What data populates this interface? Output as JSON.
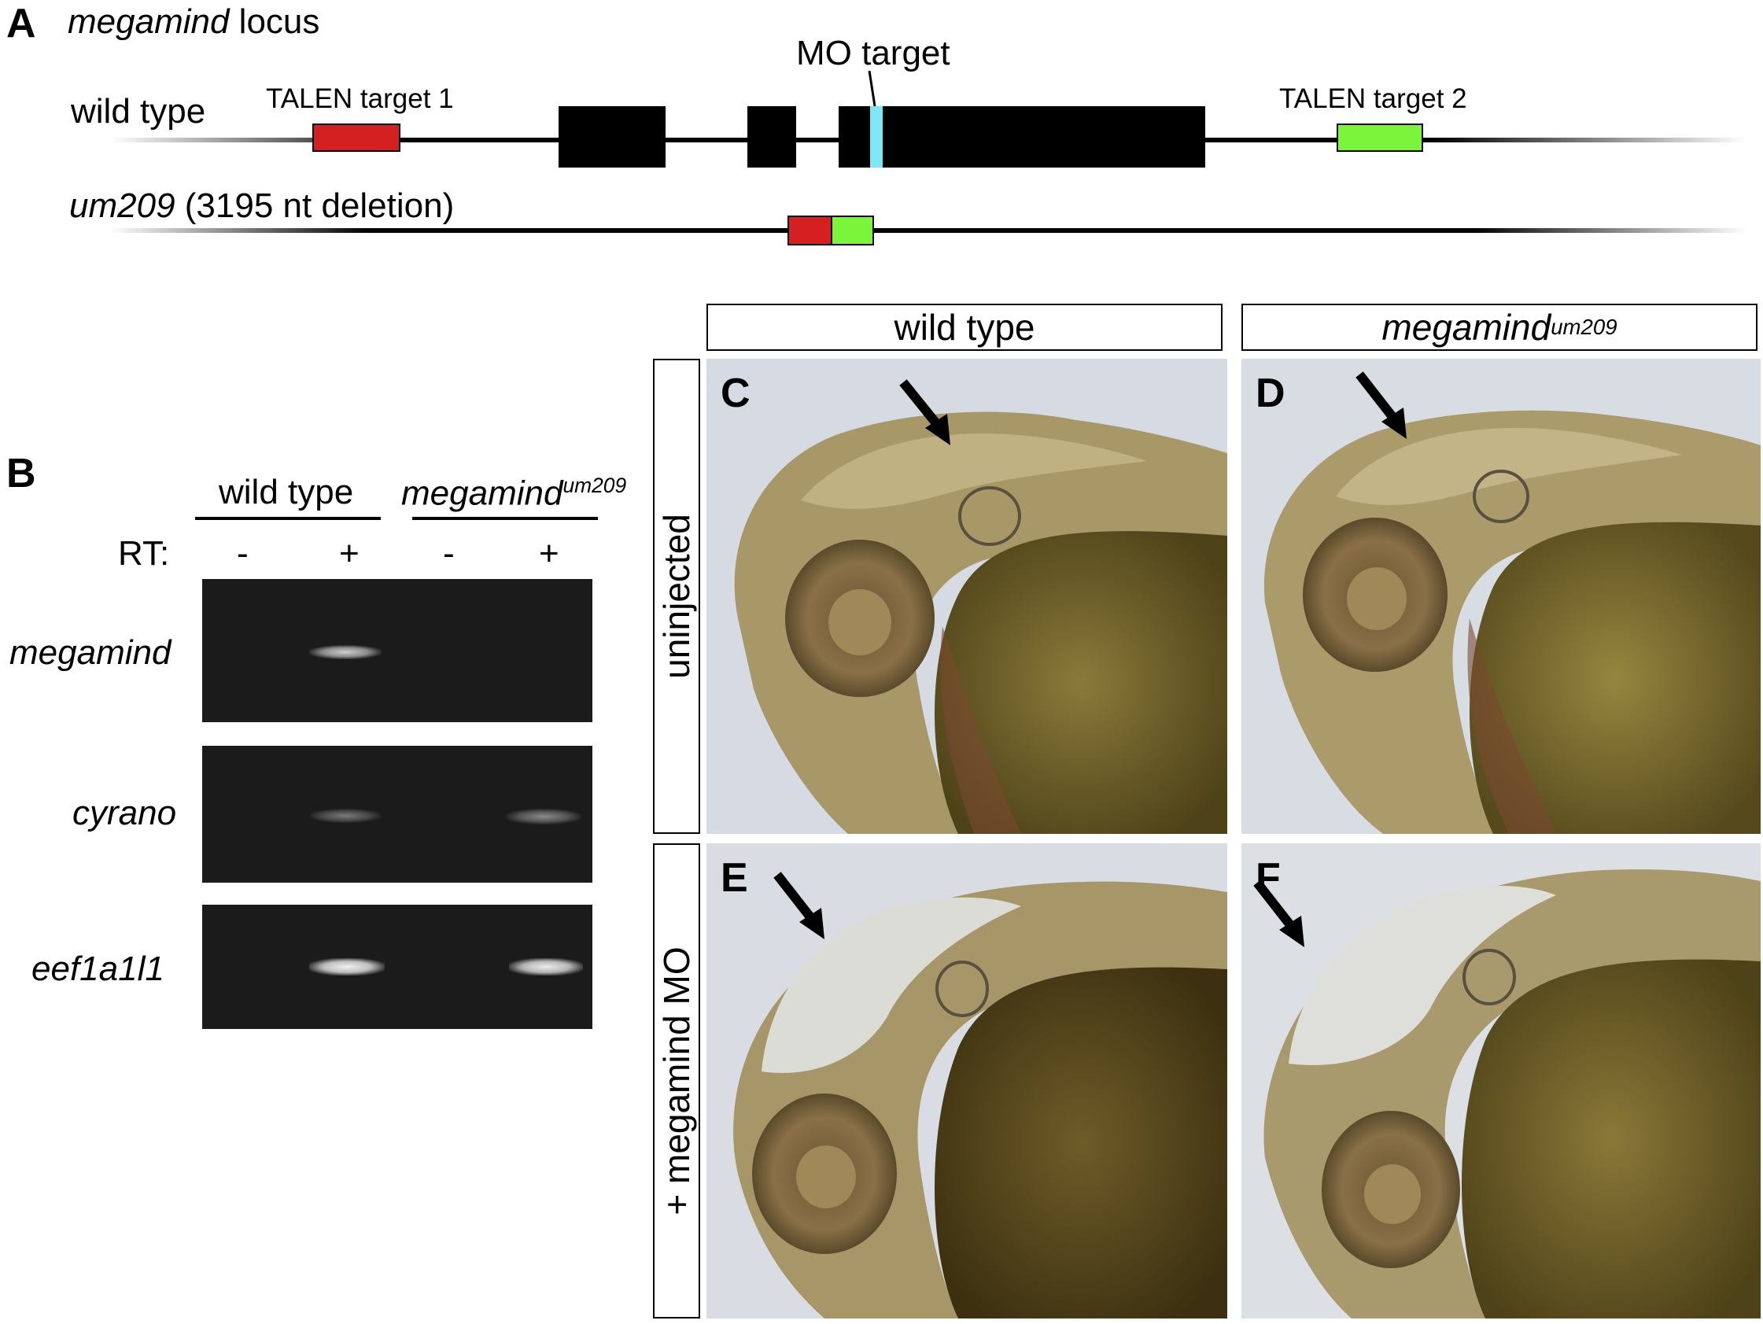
{
  "panel_a": {
    "letter": "A",
    "title_gene": "megamind",
    "title_rest": " locus",
    "wt_label": "wild type",
    "mo_label": "MO target",
    "talen1_label": "TALEN target 1",
    "talen2_label": "TALEN target 2",
    "mut_allele": "um209",
    "mut_rest": " (3195 nt deletion)"
  },
  "panel_b": {
    "letter": "B",
    "col_wt": "wild type",
    "col_mut_gene": "megamind",
    "col_mut_sup": "um209",
    "rt_label": "RT:",
    "lanes": [
      "-",
      "+",
      "-",
      "+"
    ],
    "rows": [
      "megamind",
      "cyrano",
      "eef1a1l1"
    ]
  },
  "panels_cf": {
    "col_wt": "wild type",
    "col_mut_gene": "megamind",
    "col_mut_sup": "um209",
    "row_uninjected": "uninjected",
    "row_mo": "+ megamind MO",
    "letters": [
      "C",
      "D",
      "E",
      "F"
    ]
  },
  "colors": {
    "talen1": "#d42020",
    "talen2": "#7af53a",
    "mo_target": "#7fe6f5",
    "exon": "#000000",
    "gel": "#1b1b1b",
    "band": "#d8d8d8"
  }
}
